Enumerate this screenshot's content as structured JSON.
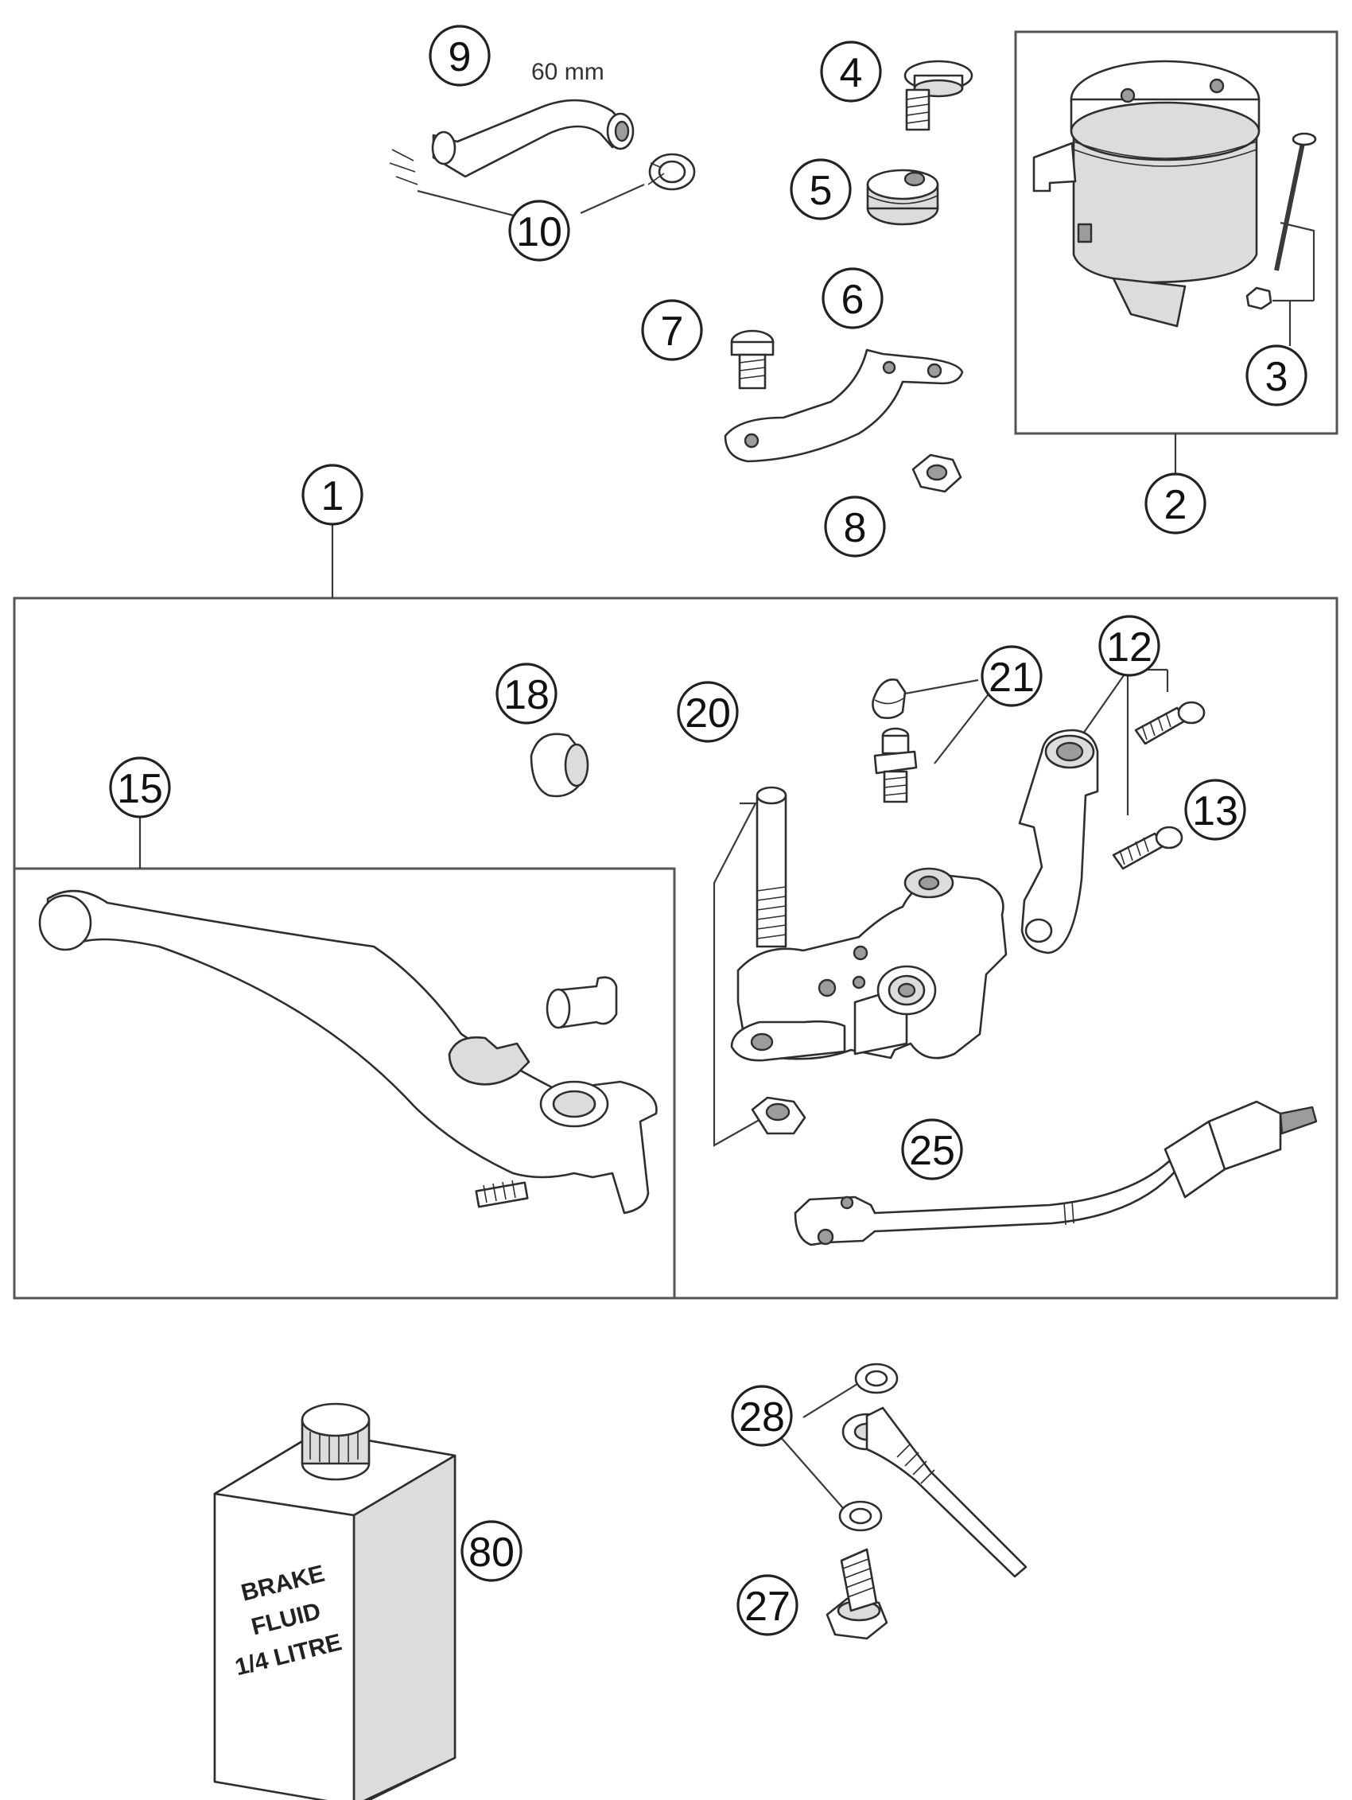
{
  "dimension_label": "60 mm",
  "container_label": [
    "BRAKE",
    "FLUID",
    "1/4 LITRE"
  ],
  "callouts": [
    {
      "id": "1",
      "label": "1"
    },
    {
      "id": "2",
      "label": "2"
    },
    {
      "id": "3",
      "label": "3"
    },
    {
      "id": "4",
      "label": "4"
    },
    {
      "id": "5",
      "label": "5"
    },
    {
      "id": "6",
      "label": "6"
    },
    {
      "id": "7",
      "label": "7"
    },
    {
      "id": "8",
      "label": "8"
    },
    {
      "id": "9",
      "label": "9"
    },
    {
      "id": "10",
      "label": "10"
    },
    {
      "id": "12",
      "label": "12"
    },
    {
      "id": "13",
      "label": "13"
    },
    {
      "id": "15",
      "label": "15"
    },
    {
      "id": "18",
      "label": "18"
    },
    {
      "id": "20",
      "label": "20"
    },
    {
      "id": "21",
      "label": "21"
    },
    {
      "id": "25",
      "label": "25"
    },
    {
      "id": "27",
      "label": "27"
    },
    {
      "id": "28",
      "label": "28"
    },
    {
      "id": "80",
      "label": "80"
    }
  ]
}
